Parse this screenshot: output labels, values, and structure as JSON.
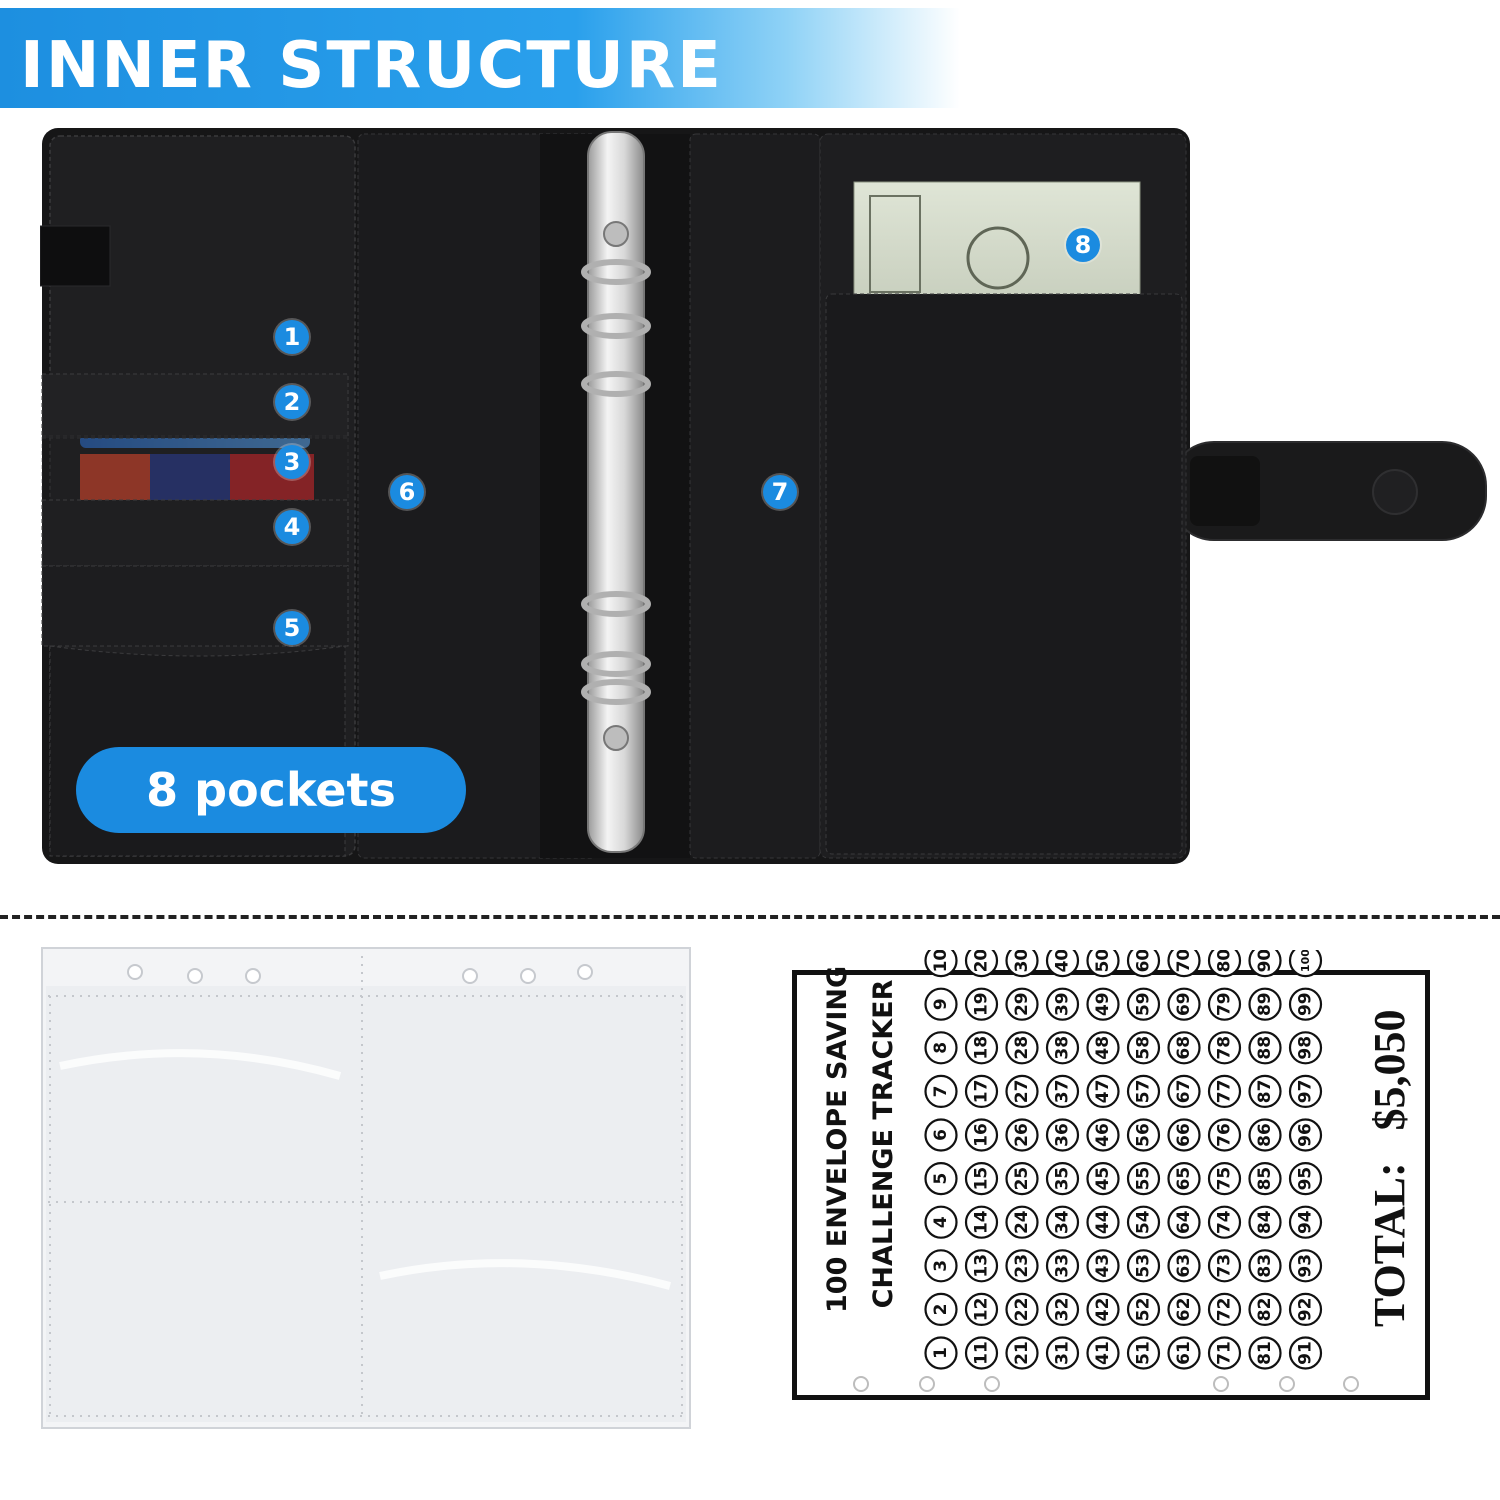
{
  "header": {
    "title": "INNER STRUCTURE"
  },
  "pocket_markers": [
    "1",
    "2",
    "3",
    "4",
    "5",
    "6",
    "7",
    "8"
  ],
  "badge": {
    "label": "8 pockets"
  },
  "colors": {
    "accent": "#1b8be0",
    "leather": "#1c1c1e",
    "paper": "#ffffff"
  },
  "tracker": {
    "title_line1": "100 ENVELOPE SAVING",
    "title_line2": "CHALLENGE TRACKER",
    "total_label": "TOTAL:",
    "total_value": "$5,050",
    "numbers": [
      1,
      2,
      3,
      4,
      5,
      6,
      7,
      8,
      9,
      10,
      11,
      12,
      13,
      14,
      15,
      16,
      17,
      18,
      19,
      20,
      21,
      22,
      23,
      24,
      25,
      26,
      27,
      28,
      29,
      30,
      31,
      32,
      33,
      34,
      35,
      36,
      37,
      38,
      39,
      40,
      41,
      42,
      43,
      44,
      45,
      46,
      47,
      48,
      49,
      50,
      51,
      52,
      53,
      54,
      55,
      56,
      57,
      58,
      59,
      60,
      61,
      62,
      63,
      64,
      65,
      66,
      67,
      68,
      69,
      70,
      71,
      72,
      73,
      74,
      75,
      76,
      77,
      78,
      79,
      80,
      81,
      82,
      83,
      84,
      85,
      86,
      87,
      88,
      89,
      90,
      91,
      92,
      93,
      94,
      95,
      96,
      97,
      98,
      99,
      100
    ]
  },
  "icons": {
    "binder": "leather-binder-illustration",
    "sleeve": "clear-pocket-sleeve-illustration"
  }
}
